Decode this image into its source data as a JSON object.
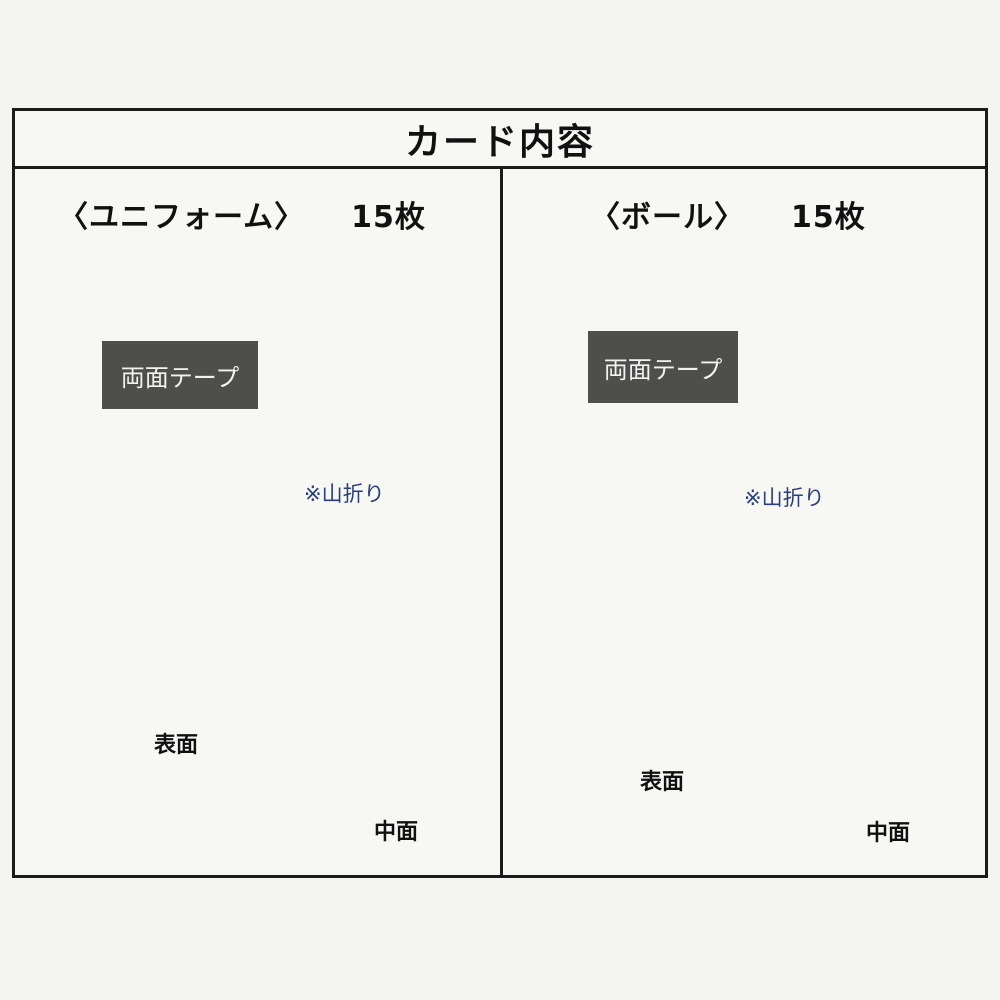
{
  "title": "カード内容",
  "uniform": {
    "heading": "〈ユニフォーム〉",
    "count": "15枚",
    "tape": "両面テープ",
    "fold": "※山折り",
    "front": "表面",
    "inside": "中面"
  },
  "ball": {
    "heading": "〈ボール〉",
    "count": "15枚",
    "tape": "両面テープ",
    "fold": "※山折り",
    "front": "表面",
    "inside": "中面"
  },
  "colors": {
    "ball_red": "#a6392a",
    "tape_gray": "#4e4e4c",
    "fold_line": "#2a3f78",
    "mini_ball": "#d9a27f"
  }
}
